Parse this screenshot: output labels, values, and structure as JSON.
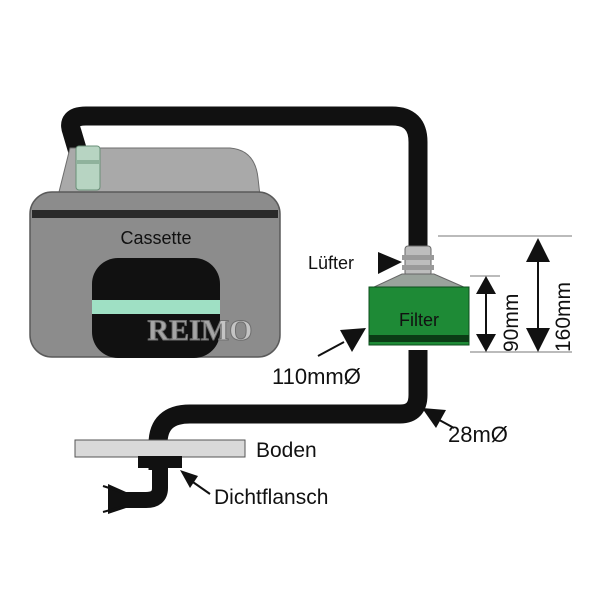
{
  "labels": {
    "cassette": "Cassette",
    "filter": "Filter",
    "luefter": "Lüfter",
    "diameter_110": "110mmØ",
    "diameter_28": "28mØ",
    "boden": "Boden",
    "dichtflansch": "Dichtflansch",
    "dim_90": "90mm",
    "dim_160": "160mm"
  },
  "logo": {
    "text": "REIMO"
  },
  "colors": {
    "hose": "#111111",
    "cassette_body": "#8c8c8c",
    "cassette_top": "#a9a9a9",
    "filter_green": "#1e8a36",
    "window_mint": "#9fe0c4",
    "floor_plate": "#d9d9d9"
  }
}
